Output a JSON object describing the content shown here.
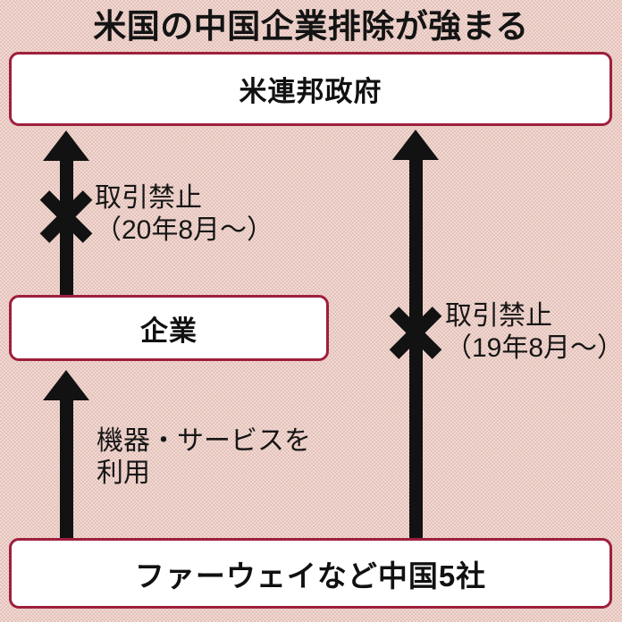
{
  "title": "米国の中国企業排除が強まる",
  "nodes": {
    "federal": {
      "label": "米連邦政府"
    },
    "company": {
      "label": "企業"
    },
    "chinese": {
      "label": "ファーウェイなど中国5社"
    }
  },
  "edges": {
    "ban_2020": {
      "line1": "取引禁止",
      "line2": "（20年8月〜）",
      "marker": "x-prohibition-icon"
    },
    "ban_2019": {
      "line1": "取引禁止",
      "line2": "（19年8月〜）",
      "marker": "x-prohibition-icon"
    },
    "use": {
      "line1": "機器・サービスを",
      "line2": "利用",
      "marker": "none"
    }
  },
  "colors": {
    "background": "#f0d9d3",
    "background_weave": "#e1beb6",
    "box_border": "#9e1f3d",
    "box_fill": "#ffffff",
    "arrow": "#121212",
    "text": "#141414"
  }
}
